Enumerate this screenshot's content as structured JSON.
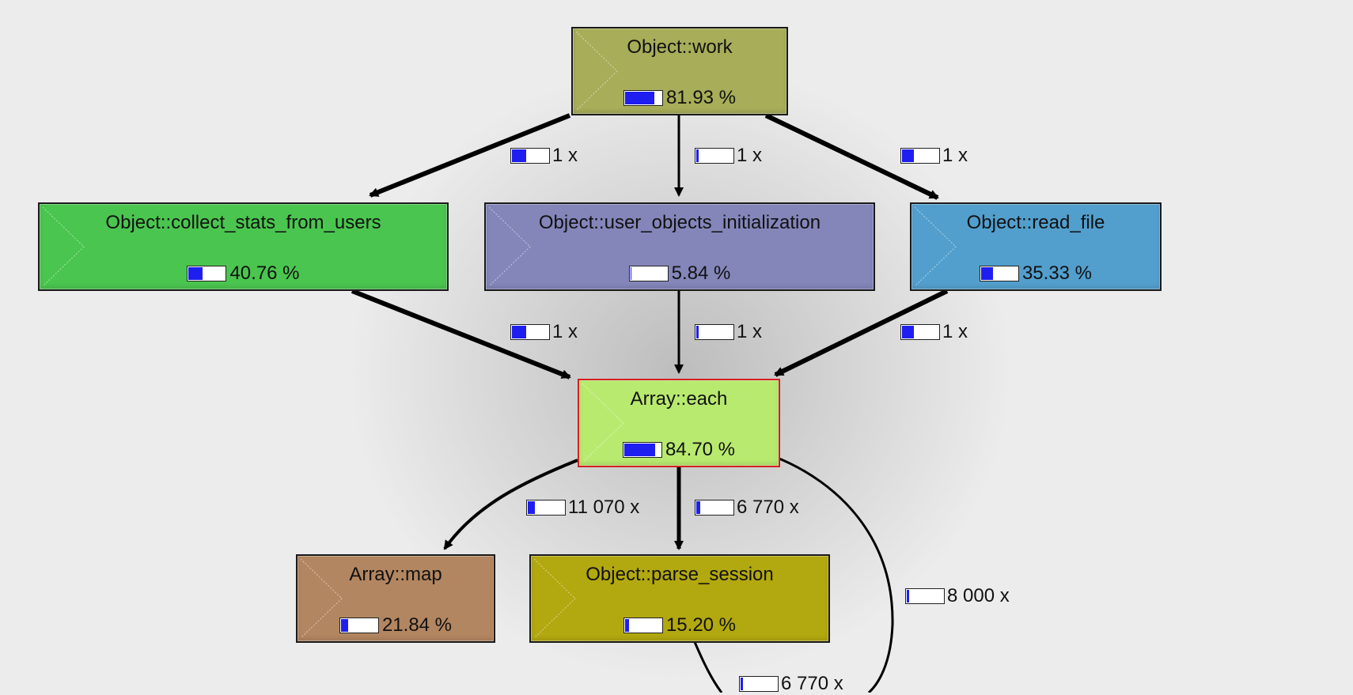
{
  "colors": {
    "work": "#a7ad58",
    "collect": "#4ac54f",
    "init": "#8486ba",
    "read": "#529fcd",
    "each": "#b8ea6f",
    "map": "#b28660",
    "parse": "#b2a80f",
    "bar_fill": "#1e1ef0",
    "edge": "#000000",
    "selected_border": "#d42020"
  },
  "nodes": {
    "work": {
      "name": "Object::work",
      "percent": "81.93 %",
      "fill": 0.82
    },
    "collect": {
      "name": "Object::collect_stats_from_users",
      "percent": "40.76 %",
      "fill": 0.41
    },
    "init": {
      "name": "Object::user_objects_initialization",
      "percent": "5.84 %",
      "fill": 0.06
    },
    "read": {
      "name": "Object::read_file",
      "percent": "35.33 %",
      "fill": 0.35
    },
    "each": {
      "name": "Array::each",
      "percent": "84.70 %",
      "fill": 0.85
    },
    "map": {
      "name": "Array::map",
      "percent": "21.84 %",
      "fill": 0.22
    },
    "parse": {
      "name": "Object::parse_session",
      "percent": "15.20 %",
      "fill": 0.15
    }
  },
  "edges": {
    "work_collect": {
      "count": "1 x",
      "fill": 0.41
    },
    "work_init": {
      "count": "1 x",
      "fill": 0.06
    },
    "work_read": {
      "count": "1 x",
      "fill": 0.35
    },
    "collect_each": {
      "count": "1 x",
      "fill": 0.41
    },
    "init_each": {
      "count": "1 x",
      "fill": 0.06
    },
    "read_each": {
      "count": "1 x",
      "fill": 0.35
    },
    "each_map": {
      "count": "11 070 x",
      "fill": 0.22
    },
    "each_parse": {
      "count": "6 770 x",
      "fill": 0.15
    },
    "each_self": {
      "count": "8 000 x",
      "fill": 0.06
    },
    "parse_self": {
      "count": "6 770 x",
      "fill": 0.04
    }
  }
}
